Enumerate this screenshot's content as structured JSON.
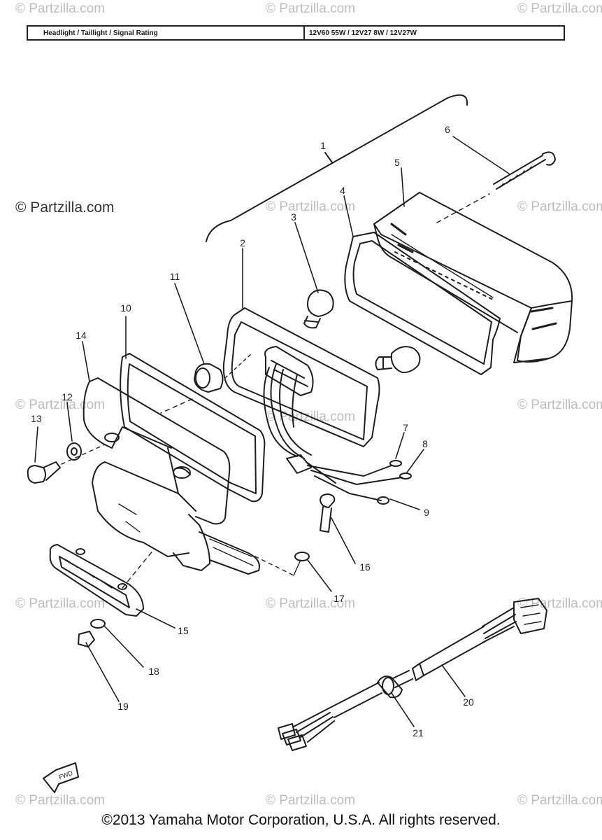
{
  "spec_table": {
    "label": "Headlight / Taillight / Signal Rating",
    "value": "12V60 55W / 12V27 8W / 12V27W"
  },
  "watermark": "© Partzilla.com",
  "callouts": [
    "1",
    "2",
    "3",
    "4",
    "5",
    "6",
    "7",
    "8",
    "9",
    "10",
    "11",
    "12",
    "13",
    "14",
    "15",
    "16",
    "17",
    "18",
    "19",
    "20",
    "21"
  ],
  "fwd_label": "FWD",
  "copyright": "©2013 Yamaha Motor Corporation, U.S.A. All rights reserved."
}
